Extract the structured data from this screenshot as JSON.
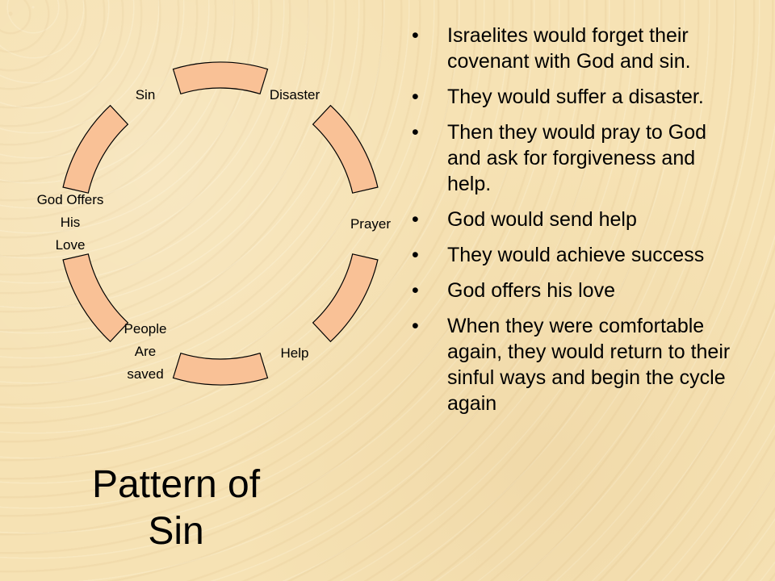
{
  "diagram": {
    "title_line1": "Pattern of",
    "title_line2": "Sin",
    "fill_color": "#f9c196",
    "stroke_color": "#000000",
    "nodes": [
      {
        "id": "sin",
        "lines": [
          "Sin"
        ]
      },
      {
        "id": "disaster",
        "lines": [
          "Disaster"
        ]
      },
      {
        "id": "prayer",
        "lines": [
          "Prayer"
        ]
      },
      {
        "id": "help",
        "lines": [
          "Help"
        ]
      },
      {
        "id": "people-are-saved",
        "lines": [
          "People",
          "Are",
          "saved"
        ]
      },
      {
        "id": "god-offers-his-love",
        "lines": [
          "God Offers",
          "His",
          "Love"
        ]
      }
    ]
  },
  "bullets": [
    "Israelites would forget their covenant with God and sin.",
    "They would suffer a disaster.",
    "Then they would pray to God and ask for forgiveness and help.",
    "God would send help",
    "They would achieve success",
    "God offers his love",
    "When they were comfortable again, they would return to their sinful ways and begin the cycle again"
  ],
  "bullet_glyph": "•"
}
